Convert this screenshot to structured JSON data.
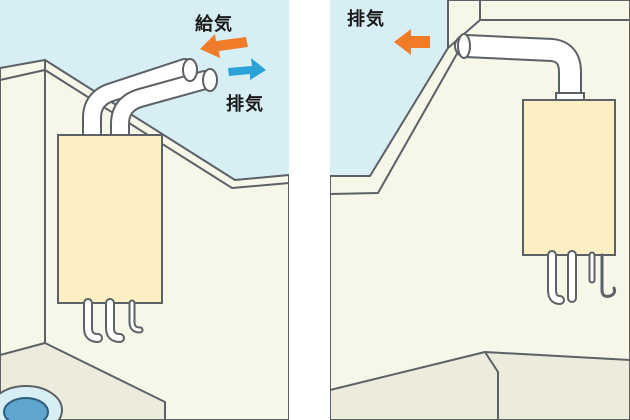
{
  "left_panel": {
    "intake_label": "給気",
    "exhaust_label": "排気"
  },
  "right_panel": {
    "exhaust_label": "排気"
  },
  "colors": {
    "sky": "#d8eef5",
    "wall": "#f6f6e9",
    "heater": "#fcefc4",
    "outline": "#5c6166",
    "intake_arrow": "#f07c2a",
    "exhaust_arrow": "#2aa3d9"
  }
}
